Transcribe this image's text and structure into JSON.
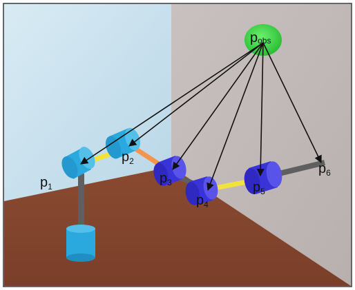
{
  "labels": {
    "obs": {
      "base": "p",
      "sub": "obs"
    },
    "points": [
      {
        "base": "p",
        "sub": "1"
      },
      {
        "base": "p",
        "sub": "2"
      },
      {
        "base": "p",
        "sub": "3"
      },
      {
        "base": "p",
        "sub": "4"
      },
      {
        "base": "p",
        "sub": "5"
      },
      {
        "base": "p",
        "sub": "6"
      }
    ]
  },
  "colors": {
    "wall_left": "#c9e1ee",
    "wall_right": "#c3bcbb",
    "floor": "#8e4b31",
    "obstacle": "#2ecc3a",
    "joint_light": "#2aa9df",
    "joint_dark": "#3a34d8",
    "link_yellow": "#f2e33a",
    "link_orange": "#f5944a",
    "link_gray": "#5f5f5f",
    "arrow": "#111111"
  }
}
